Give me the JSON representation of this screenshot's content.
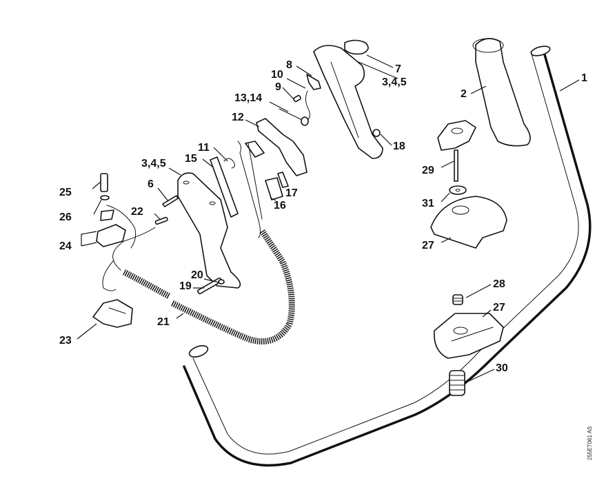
{
  "diagram": {
    "title": "Handlebar / control handle exploded parts diagram",
    "drawing_code": "255ET061 AS",
    "callouts": [
      {
        "id": "c1",
        "text": "1",
        "part": "handlebar-tube"
      },
      {
        "id": "c2",
        "text": "2",
        "part": "handle-grip"
      },
      {
        "id": "c3",
        "text": "3,4,5",
        "part": "control-handle-upper-half"
      },
      {
        "id": "c3b",
        "text": "3,4,5",
        "part": "control-handle-lower-half"
      },
      {
        "id": "c6",
        "text": "6",
        "part": "screw"
      },
      {
        "id": "c7",
        "text": "7",
        "part": "knob"
      },
      {
        "id": "c8",
        "text": "8",
        "part": "clip"
      },
      {
        "id": "c9",
        "text": "9",
        "part": "screw-small"
      },
      {
        "id": "c10",
        "text": "10",
        "part": "spring-wire"
      },
      {
        "id": "c11",
        "text": "11",
        "part": "torsion-spring"
      },
      {
        "id": "c12",
        "text": "12",
        "part": "throttle-lock"
      },
      {
        "id": "c13",
        "text": "13,14",
        "part": "torsion-spring-pin"
      },
      {
        "id": "c15",
        "text": "15",
        "part": "slide-switch"
      },
      {
        "id": "c16",
        "text": "16",
        "part": "contact-spring"
      },
      {
        "id": "c17",
        "text": "17",
        "part": "contact"
      },
      {
        "id": "c18",
        "text": "18",
        "part": "nut"
      },
      {
        "id": "c19",
        "text": "19",
        "part": "screw-long"
      },
      {
        "id": "c20",
        "text": "20",
        "part": "washer-small"
      },
      {
        "id": "c21",
        "text": "21",
        "part": "throttle-cable-hose"
      },
      {
        "id": "c22",
        "text": "22",
        "part": "pin"
      },
      {
        "id": "c23",
        "text": "23",
        "part": "clamp-bracket"
      },
      {
        "id": "c24",
        "text": "24",
        "part": "ground-contact-set"
      },
      {
        "id": "c25",
        "text": "25",
        "part": "screw-fillister"
      },
      {
        "id": "c26",
        "text": "26",
        "part": "washer"
      },
      {
        "id": "c27",
        "text": "27",
        "part": "clamp-upper"
      },
      {
        "id": "c27b",
        "text": "27",
        "part": "clamp-lower"
      },
      {
        "id": "c28",
        "text": "28",
        "part": "spring-small"
      },
      {
        "id": "c29",
        "text": "29",
        "part": "wing-screw"
      },
      {
        "id": "c30",
        "text": "30",
        "part": "spring-large"
      },
      {
        "id": "c31",
        "text": "31",
        "part": "washer-flat"
      }
    ]
  }
}
